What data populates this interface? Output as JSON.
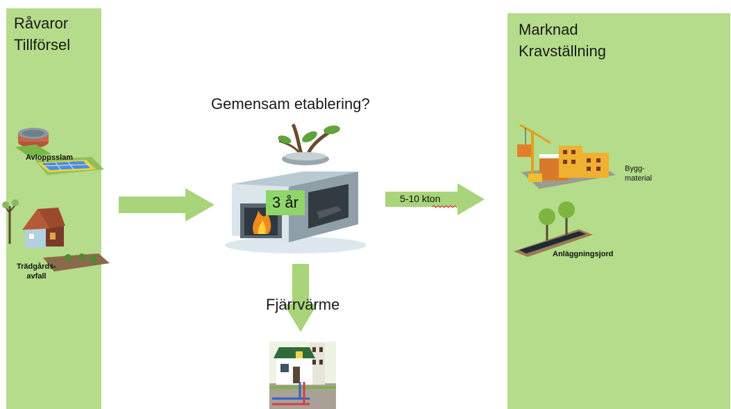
{
  "left_panel": {
    "title_lines": [
      "Råvaror",
      "Tillförsel"
    ],
    "items": [
      {
        "label": "Avloppsslam"
      },
      {
        "label_lines": [
          "Trädgårds-",
          "avfall"
        ]
      }
    ]
  },
  "center": {
    "question": "Gemensam etablering?",
    "years_badge": "3 år",
    "output_flow_label": "5-10 kton",
    "heat_label": "Fjärrvärme"
  },
  "right_panel": {
    "title_lines": [
      "Marknad",
      "Kravställning"
    ],
    "items": [
      {
        "label_lines": [
          "Bygg-",
          "material"
        ]
      },
      {
        "label": "Anläggningsjord"
      }
    ]
  },
  "colors": {
    "panel_green": "#b5dc8a",
    "arrow_green": "#a8d47a",
    "badge_green": "#8fd66a"
  }
}
